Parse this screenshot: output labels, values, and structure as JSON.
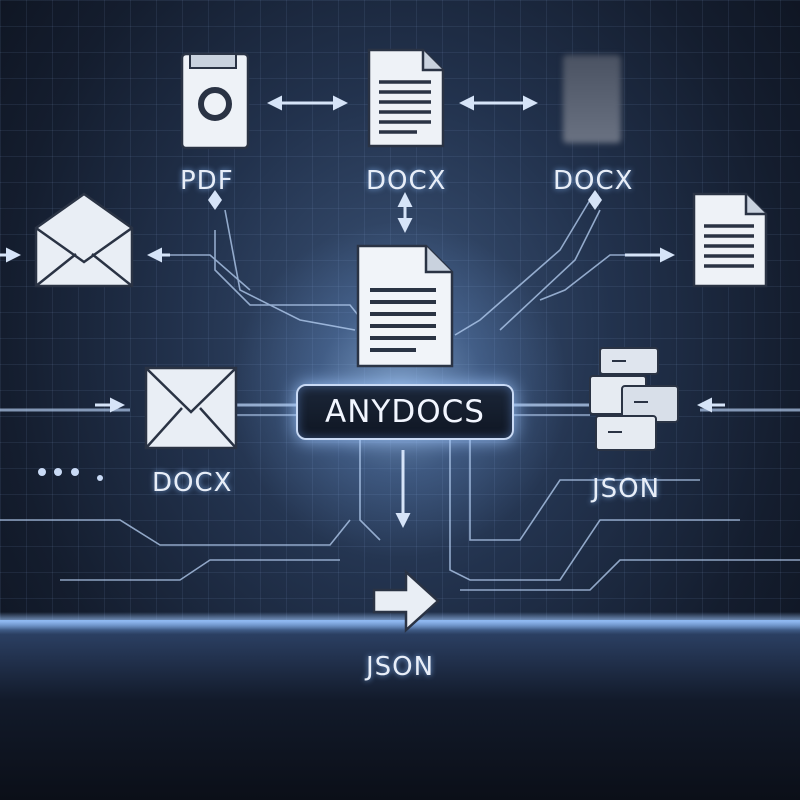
{
  "hub": {
    "label": "ANYDOCS"
  },
  "labels": {
    "pdf": "PDF",
    "docx_top": "DOCX",
    "docx_right": "DOCX",
    "docx_left": "DOCX",
    "json_right": "JSON",
    "json_bottom": "JSON"
  },
  "icons": {
    "pdf_file": "pdf-file-icon",
    "docx_top_file": "document-icon",
    "hub_document": "document-icon",
    "right_document": "document-icon",
    "envelope_top_left": "envelope-icon",
    "envelope_left": "envelope-icon",
    "database": "database-stack-icon",
    "bottom_arrow": "arrow-right-icon"
  },
  "colors": {
    "background": "#1b2a42",
    "glow": "#a9d0ff",
    "wire": "#b8d2f5",
    "text": "#e8eef8"
  }
}
